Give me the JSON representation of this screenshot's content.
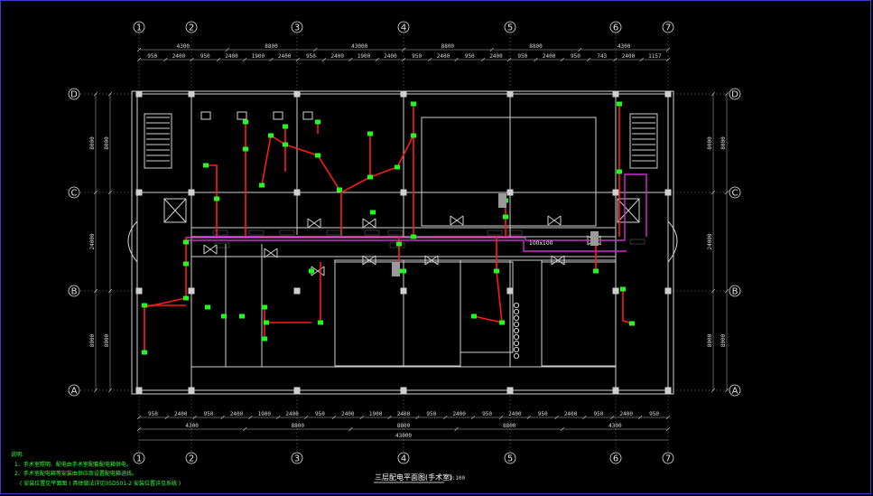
{
  "axis_x": [
    "1",
    "2",
    "3",
    "4",
    "5",
    "6",
    "7"
  ],
  "axis_y": [
    "D",
    "C",
    "B",
    "A"
  ],
  "top_dims_row1": [
    "4300",
    "8800",
    "43000",
    "8800",
    "8800",
    "4300"
  ],
  "top_dims_row2": [
    "950",
    "2400",
    "950",
    "2400",
    "1900",
    "2400",
    "950",
    "2400",
    "1900",
    "2400",
    "950",
    "2400",
    "950",
    "2400",
    "950",
    "2400",
    "950",
    "743",
    "2400",
    "1157"
  ],
  "bottom_dims_row1": [
    "950",
    "2400",
    "950",
    "2400",
    "1900",
    "2400",
    "950",
    "2400",
    "1900",
    "2400",
    "950",
    "2400",
    "950",
    "2400",
    "950",
    "2400",
    "950",
    "2400",
    "950"
  ],
  "bottom_dims_row2": [
    "4300",
    "8800",
    "8800",
    "8800",
    "4300"
  ],
  "bottom_total": "43000",
  "left_dims": [
    "8000",
    "24000",
    "8000"
  ],
  "right_dims": [
    "8000",
    "24000",
    "8000"
  ],
  "left_inner_dims": [
    "8000",
    "8000"
  ],
  "right_inner_dims": [
    "8000",
    "8000"
  ],
  "tray_label": "100x100",
  "notes": {
    "title": "说明:",
    "line1": "1、手术室照明、配电由手术室配套配电箱供电。",
    "line2": "2、手术室配电箱等安装由供应商设置配电箱进线。",
    "line3": "( 安装位置见平面图 ) 具体做法详见05D501-2 安装位置详见系统 )"
  },
  "drawing_title": "三层配电平面图(手术室)",
  "drawing_scale": "1:100",
  "colors": {
    "wire": "#ff1a1a",
    "device": "#19ff19",
    "tray": "#d02ed0",
    "wall": "#cfcfcf",
    "frame": "#3a3ad0"
  }
}
